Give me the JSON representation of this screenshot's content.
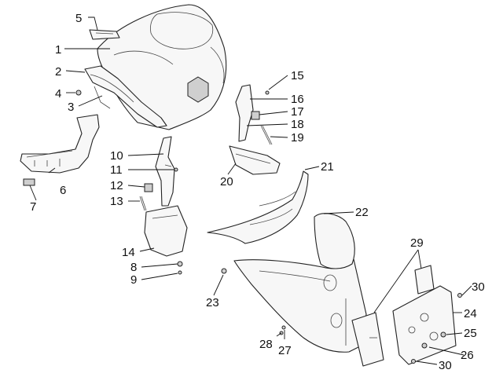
{
  "callouts": [
    {
      "id": "c1",
      "text": "1"
    },
    {
      "id": "c2",
      "text": "2"
    },
    {
      "id": "c3",
      "text": "3"
    },
    {
      "id": "c4",
      "text": "4"
    },
    {
      "id": "c5",
      "text": "5"
    },
    {
      "id": "c6",
      "text": "6"
    },
    {
      "id": "c7",
      "text": "7"
    },
    {
      "id": "c8",
      "text": "8"
    },
    {
      "id": "c9",
      "text": "9"
    },
    {
      "id": "c10",
      "text": "10"
    },
    {
      "id": "c11",
      "text": "11"
    },
    {
      "id": "c12",
      "text": "12"
    },
    {
      "id": "c13",
      "text": "13"
    },
    {
      "id": "c14",
      "text": "14"
    },
    {
      "id": "c15",
      "text": "15"
    },
    {
      "id": "c16",
      "text": "16"
    },
    {
      "id": "c17",
      "text": "17"
    },
    {
      "id": "c18",
      "text": "18"
    },
    {
      "id": "c19",
      "text": "19"
    },
    {
      "id": "c20",
      "text": "20"
    },
    {
      "id": "c21",
      "text": "21"
    },
    {
      "id": "c22",
      "text": "22"
    },
    {
      "id": "c23",
      "text": "23"
    },
    {
      "id": "c24",
      "text": "24"
    },
    {
      "id": "c25",
      "text": "25"
    },
    {
      "id": "c26",
      "text": "26"
    },
    {
      "id": "c27",
      "text": "27"
    },
    {
      "id": "c28",
      "text": "28"
    },
    {
      "id": "c29",
      "text": "29"
    },
    {
      "id": "c30a",
      "text": "30"
    },
    {
      "id": "c30b",
      "text": "30"
    }
  ],
  "colors": {
    "line": "#222222",
    "fill": "#f7f7f7",
    "background": "#ffffff"
  }
}
